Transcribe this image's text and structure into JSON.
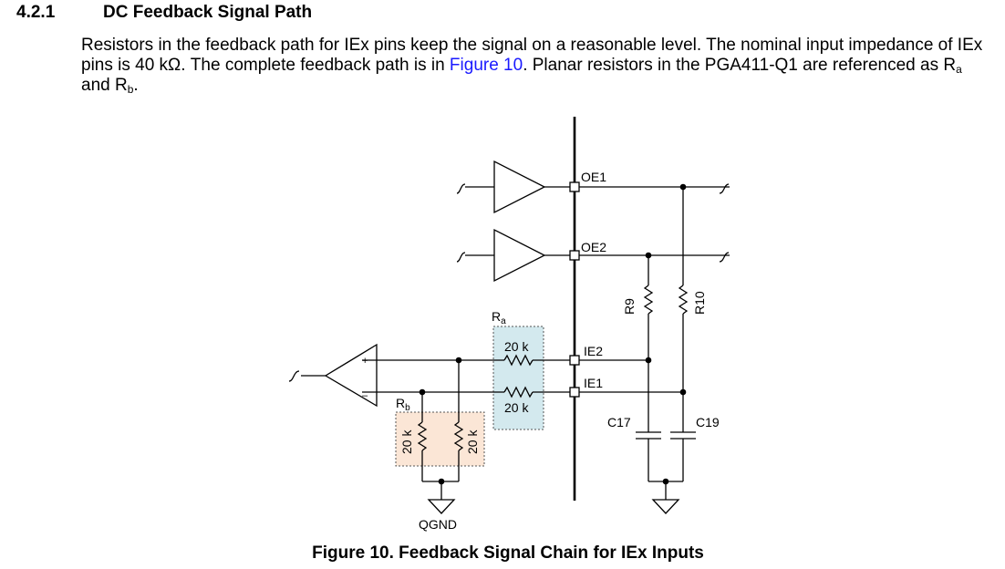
{
  "section": {
    "number": "4.2.1",
    "title": "DC Feedback Signal Path"
  },
  "paragraph": {
    "part1": "Resistors in the feedback path for IEx pins keep the signal on a reasonable level. The nominal input impedance of IEx pins is 40 kΩ. The complete feedback path is in ",
    "link": "Figure 10",
    "part2": ". Planar resistors in the PGA411-Q1 are referenced as R",
    "sub_a": "a",
    "part3": " and R",
    "sub_b": "b",
    "part4": "."
  },
  "figure": {
    "caption": "Figure 10. Feedback Signal Chain for IEx Inputs",
    "labels": {
      "oe1": "OE1",
      "oe2": "OE2",
      "ie2": "IE2",
      "ie1": "IE1",
      "r9": "R9",
      "r10": "R10",
      "c17": "C17",
      "c19": "C19",
      "ra_main": "R",
      "ra_sub": "a",
      "rb_main": "R",
      "rb_sub": "b",
      "ra_top_value": "20 k",
      "ra_bottom_value": "20 k",
      "rb_left_value": "20 k",
      "rb_right_value": "20 k",
      "qgnd": "QGND",
      "plus": "+",
      "minus": "–"
    },
    "colors": {
      "ra_box_fill": "#d3e9ee",
      "rb_box_fill": "#fbe6d6",
      "line": "#000000",
      "link": "#1a1aff"
    }
  }
}
